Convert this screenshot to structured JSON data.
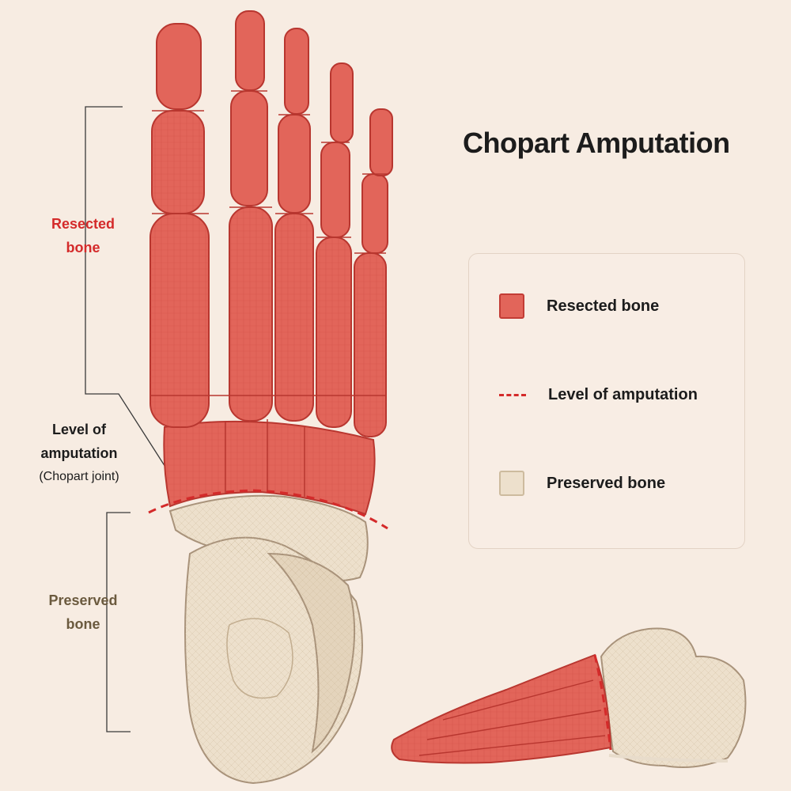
{
  "title": "Chopart Amputation",
  "labels": {
    "resected": "Resected bone",
    "level": "Level of amputation",
    "level_note": "(Chopart joint)",
    "preserved": "Preserved bone"
  },
  "legend": {
    "items": [
      {
        "label": "Resected bone",
        "kind": "swatch-resected"
      },
      {
        "label": "Level of amputation",
        "kind": "dashed-line"
      },
      {
        "label": "Preserved bone",
        "kind": "swatch-preserved"
      }
    ]
  },
  "colors": {
    "resected": "#e2655a",
    "resected_outline": "#b8362f",
    "preserved": "#ede0cc",
    "preserved_outline": "#a8927a",
    "amputation_line": "#d42a2a",
    "background": "#f7ece2"
  }
}
